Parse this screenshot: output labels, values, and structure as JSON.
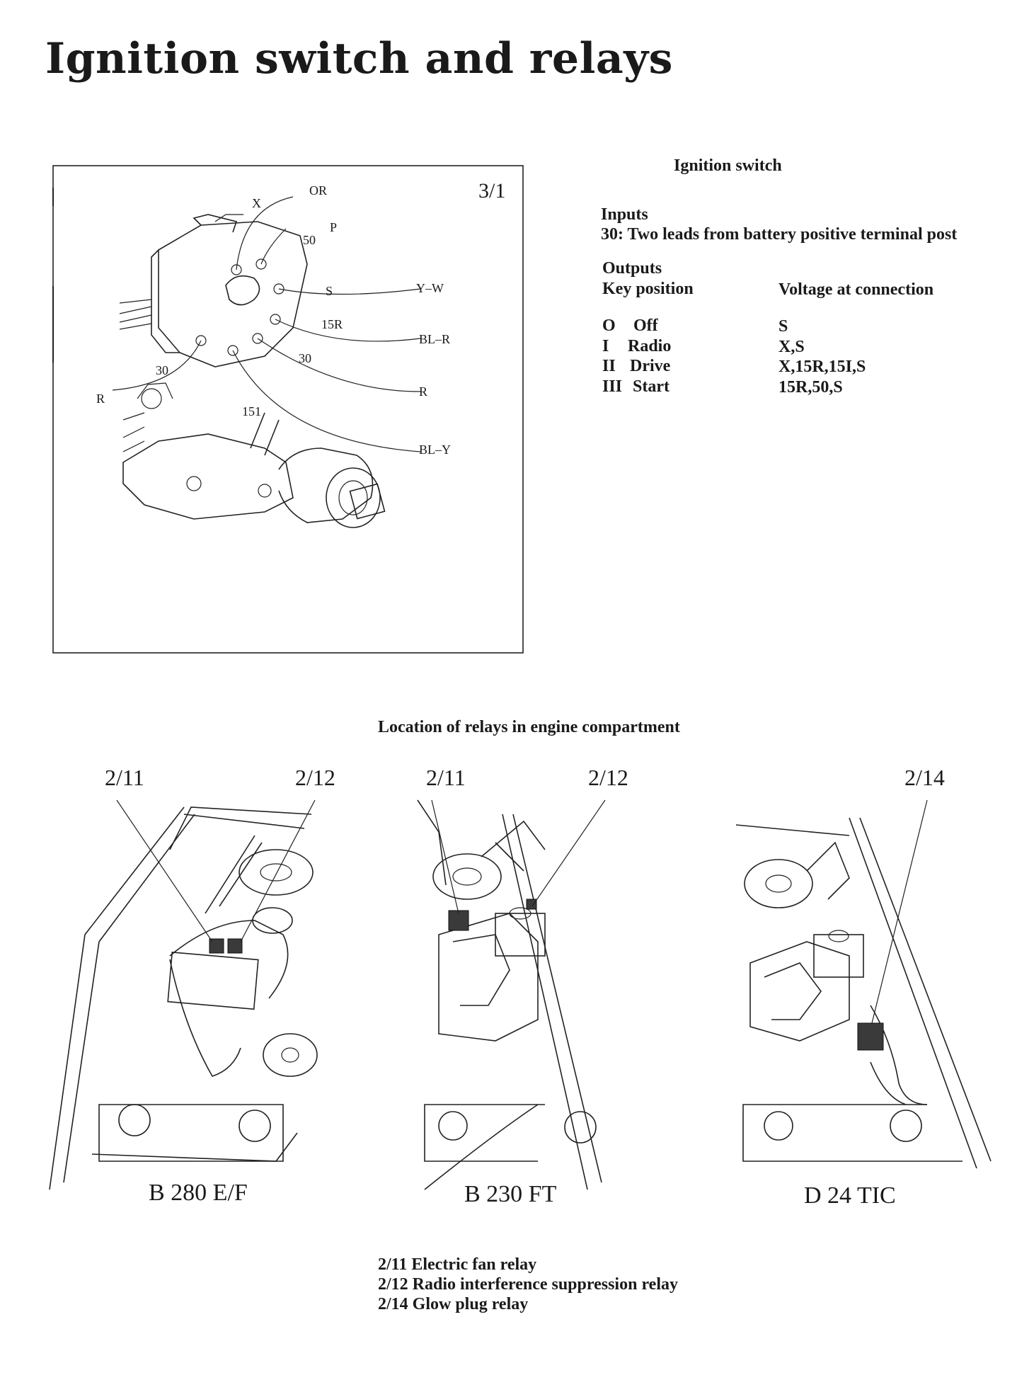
{
  "page": {
    "title": "Ignition switch and relays"
  },
  "switch_diagram": {
    "ref": "3/1",
    "terminals": [
      "X",
      "OR",
      "50",
      "P",
      "S",
      "Y–W",
      "15R",
      "BL–R",
      "30",
      "30",
      "R",
      "R",
      "151",
      "BL–Y"
    ]
  },
  "ignition_info": {
    "heading": "Ignition switch",
    "inputs_heading": "Inputs",
    "inputs_line": "30: Two leads from battery positive terminal post",
    "outputs_heading": "Outputs",
    "col_key": "Key position",
    "col_voltage": "Voltage at connection",
    "rows": [
      {
        "num": "O",
        "name": "Off",
        "voltage": "S"
      },
      {
        "num": "I",
        "name": "Radio",
        "voltage": "X,S"
      },
      {
        "num": "II",
        "name": "Drive",
        "voltage": "X,15R,15I,S"
      },
      {
        "num": "III",
        "name": "Start",
        "voltage": "15R,50,S"
      }
    ]
  },
  "relays": {
    "heading": "Location of relays in engine compartment",
    "panels": [
      {
        "caption": "B 280 E/F",
        "refs": [
          "2/11",
          "2/12"
        ]
      },
      {
        "caption": "B 230 FT",
        "refs": [
          "2/11",
          "2/12"
        ]
      },
      {
        "caption": "D 24 TIC",
        "refs": [
          "2/14"
        ]
      }
    ],
    "legend": [
      "2/11 Electric fan relay",
      "2/12 Radio interference suppression relay",
      "2/14 Glow plug relay"
    ]
  }
}
